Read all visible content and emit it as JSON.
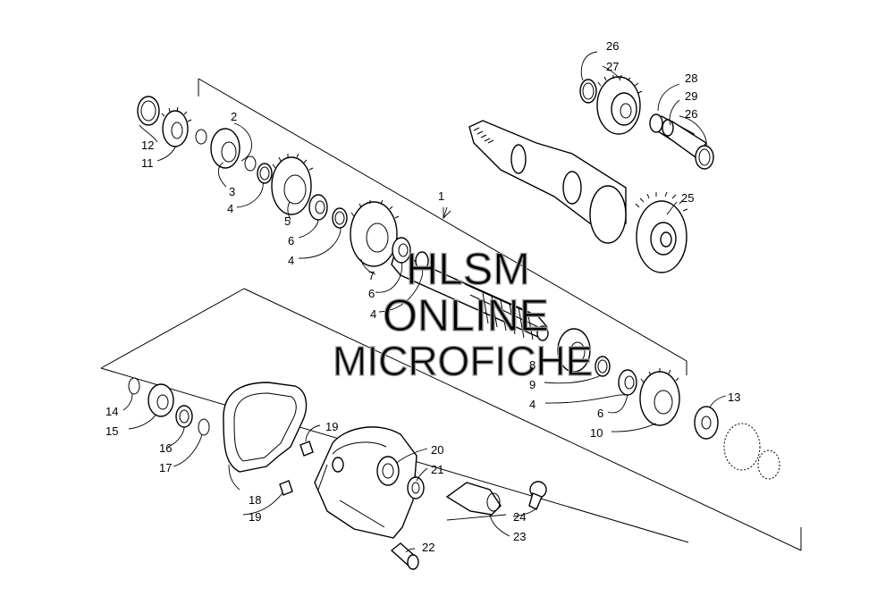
{
  "colors": {
    "line": "#000000",
    "background": "#ffffff",
    "watermark": "#9a9a9a"
  },
  "watermark": {
    "line1": "HLSM",
    "line2": "ONLINE",
    "line3": "MICROFICHE"
  },
  "callouts": {
    "c1": "1",
    "c2": "2",
    "c3": "3",
    "c4a": "4",
    "c4b": "4",
    "c4c": "4",
    "c4d": "4",
    "c5": "5",
    "c6a": "6",
    "c6b": "6",
    "c6c": "6",
    "c7": "7",
    "c8": "8",
    "c9": "9",
    "c10": "10",
    "c11": "11",
    "c12": "12",
    "c13": "13",
    "c14": "14",
    "c15": "15",
    "c16": "16",
    "c17": "17",
    "c18": "18",
    "c19a": "19",
    "c19b": "19",
    "c20": "20",
    "c21": "21",
    "c22": "22",
    "c23": "23",
    "c24": "24",
    "c25": "25",
    "c26a": "26",
    "c26b": "26",
    "c27": "27",
    "c28": "28",
    "c29": "29"
  }
}
